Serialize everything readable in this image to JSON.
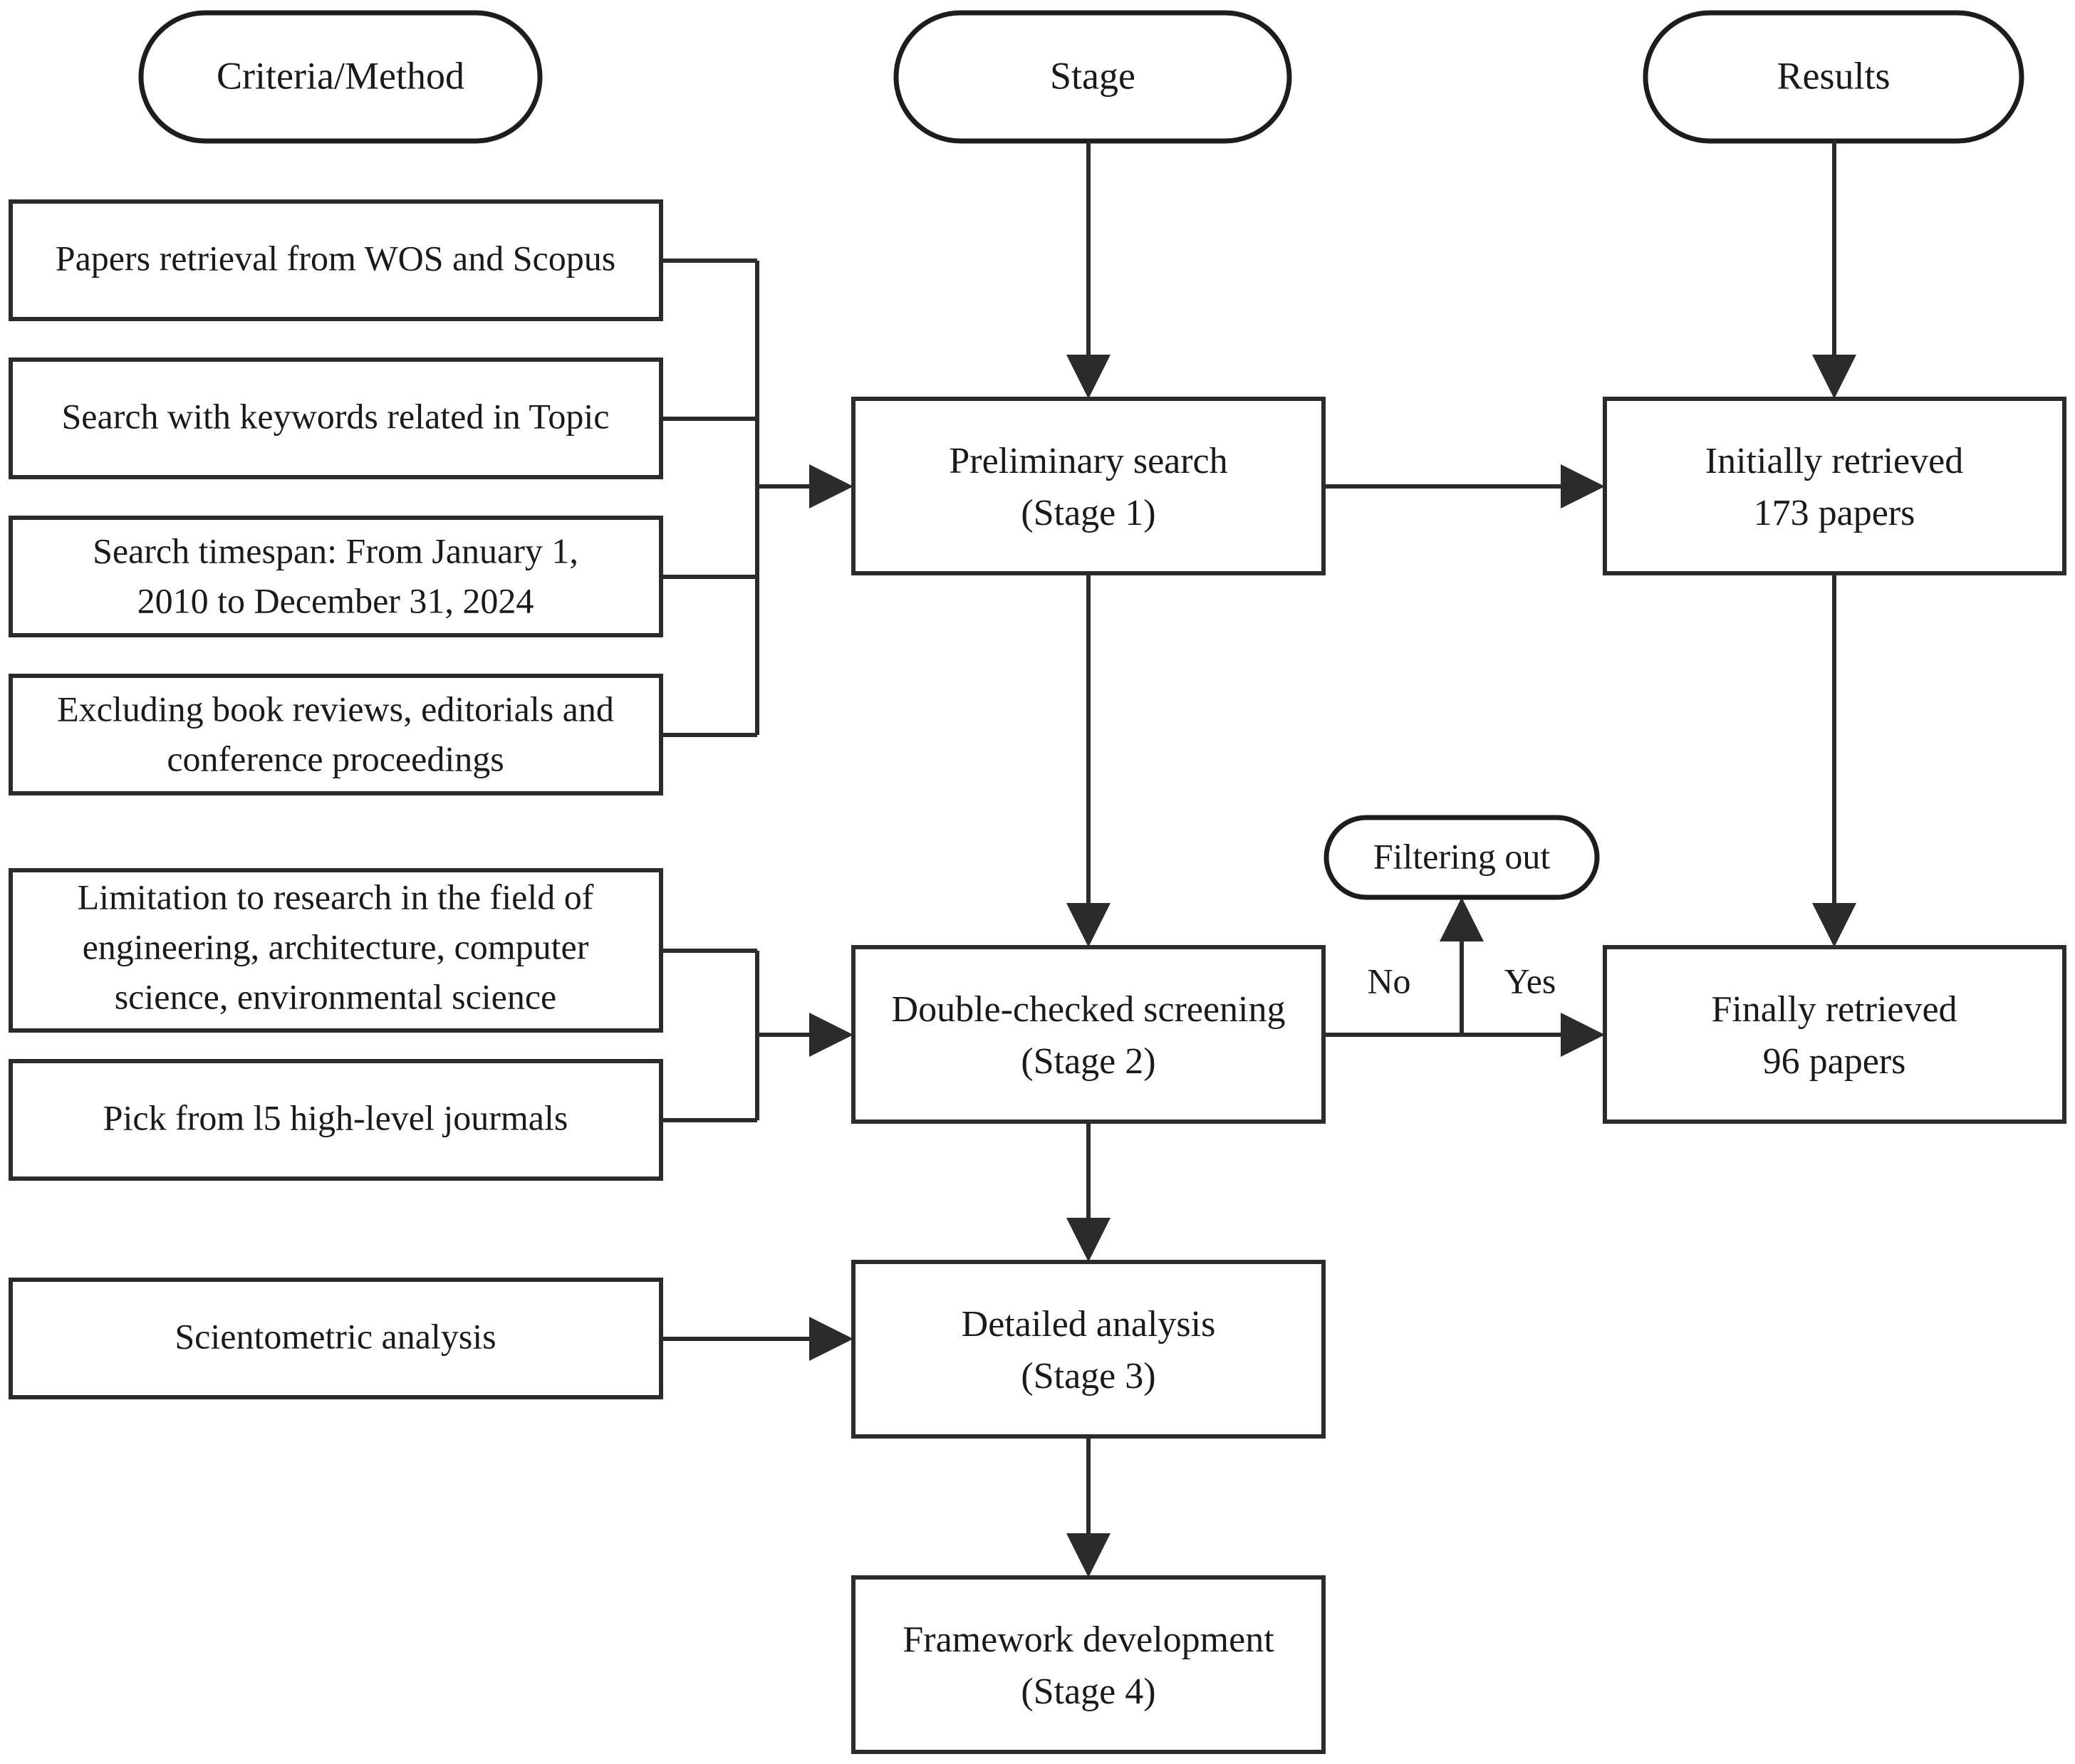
{
  "diagram": {
    "title_columns": [
      {
        "id": "criteria-method",
        "label": "Criteria/Method"
      },
      {
        "id": "stage",
        "label": "Stage"
      },
      {
        "id": "results",
        "label": "Results"
      }
    ],
    "criteria_boxes": [
      {
        "id": "papers-retrieval",
        "lines": [
          "Papers retrieval from WOS and Scopus"
        ]
      },
      {
        "id": "search-keywords",
        "lines": [
          "Search with keywords related in Topic"
        ]
      },
      {
        "id": "search-timespan",
        "lines": [
          "Search timespan: From January 1,",
          "2010 to December 31, 2024"
        ]
      },
      {
        "id": "excluding-types",
        "lines": [
          "Excluding book reviews, editorials and",
          "conference proceedings"
        ]
      },
      {
        "id": "field-limitation",
        "lines": [
          "Limitation to research in the field of",
          "engineering, architecture, computer",
          "science, environmental science"
        ]
      },
      {
        "id": "journal-pick",
        "lines": [
          "Pick from l5 high-level jourmals"
        ]
      },
      {
        "id": "scientometric-analysis",
        "lines": [
          "Scientometric analysis"
        ]
      }
    ],
    "stage_boxes": [
      {
        "id": "stage-1",
        "lines": [
          "Preliminary search",
          "(Stage 1)"
        ]
      },
      {
        "id": "stage-2",
        "lines": [
          "Double-checked screening",
          "(Stage 2)"
        ]
      },
      {
        "id": "stage-3",
        "lines": [
          "Detailed analysis",
          "(Stage 3)"
        ]
      },
      {
        "id": "stage-4",
        "lines": [
          "Framework development",
          "(Stage 4)"
        ]
      }
    ],
    "result_boxes": [
      {
        "id": "initially-retrieved",
        "lines": [
          "Initially retrieved",
          "173 papers"
        ],
        "count": "173"
      },
      {
        "id": "finally-retrieved",
        "lines": [
          "Finally retrieved",
          "96 papers"
        ],
        "count": "96"
      }
    ],
    "decision_pill": {
      "id": "filtering-out",
      "label": "Filtering out"
    },
    "edge_labels": [
      {
        "id": "edge-no",
        "label": "No"
      },
      {
        "id": "edge-yes",
        "label": "Yes"
      }
    ],
    "colors": {
      "stroke": "#2b2b2b",
      "pill_stroke": "#1d1d1d",
      "fill": "#ffffff",
      "text": "#1a1a1a"
    }
  }
}
